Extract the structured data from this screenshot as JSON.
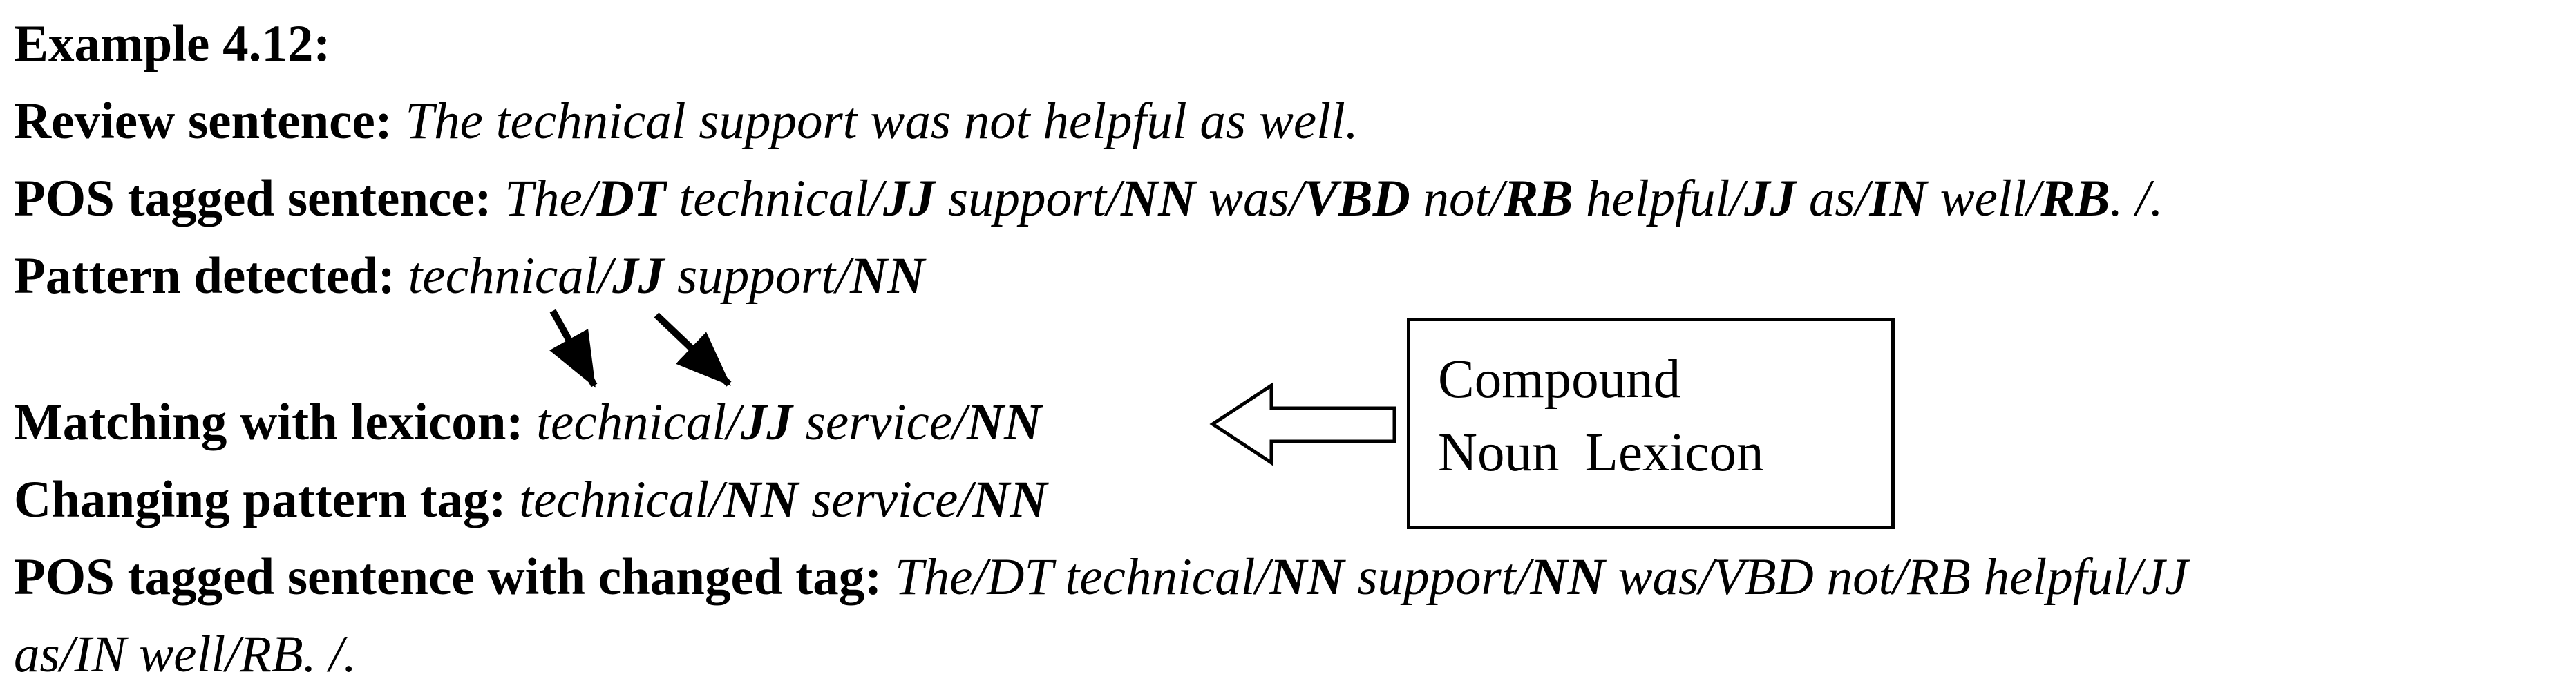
{
  "colors": {
    "background": "#ffffff",
    "text": "#000000",
    "box_border": "#000000",
    "arrow_fill": "#000000",
    "hollow_arrow_fill": "#ffffff"
  },
  "lines": [
    {
      "name": "example-heading",
      "segments": [
        {
          "t": "Example 4.12:",
          "s": "b"
        }
      ]
    },
    {
      "name": "review-sentence-line",
      "segments": [
        {
          "t": "Review sentence: ",
          "s": "b"
        },
        {
          "t": "The technical support was not helpful as well.",
          "s": "i"
        }
      ]
    },
    {
      "name": "pos-tagged-sentence-line",
      "segments": [
        {
          "t": "POS tagged sentence: ",
          "s": "b"
        },
        {
          "t": "The/",
          "s": "i"
        },
        {
          "t": "DT",
          "s": "bi"
        },
        {
          "t": " technical/",
          "s": "i"
        },
        {
          "t": "JJ",
          "s": "bi"
        },
        {
          "t": " support/",
          "s": "i"
        },
        {
          "t": "NN",
          "s": "bi"
        },
        {
          "t": " was/",
          "s": "i"
        },
        {
          "t": "VBD",
          "s": "bi"
        },
        {
          "t": " not/",
          "s": "i"
        },
        {
          "t": "RB",
          "s": "bi"
        },
        {
          "t": " helpful/",
          "s": "i"
        },
        {
          "t": "JJ",
          "s": "bi"
        },
        {
          "t": " as/",
          "s": "i"
        },
        {
          "t": "IN",
          "s": "bi"
        },
        {
          "t": " well/",
          "s": "i"
        },
        {
          "t": "RB",
          "s": "bi"
        },
        {
          "t": ". /.",
          "s": "i"
        }
      ]
    },
    {
      "name": "pattern-detected-line",
      "segments": [
        {
          "t": "Pattern detected: ",
          "s": "b"
        },
        {
          "t": "technical/",
          "s": "i"
        },
        {
          "t": "JJ",
          "s": "bi"
        },
        {
          "t": " support/",
          "s": "i"
        },
        {
          "t": "NN",
          "s": "bi"
        }
      ]
    },
    {
      "name": "matching-with-lexicon-line",
      "gap_above": true,
      "segments": [
        {
          "t": "Matching with lexicon: ",
          "s": "b"
        },
        {
          "t": "technical/",
          "s": "i"
        },
        {
          "t": "JJ",
          "s": "bi"
        },
        {
          "t": " service/",
          "s": "i"
        },
        {
          "t": "NN",
          "s": "bi"
        }
      ]
    },
    {
      "name": "changing-pattern-tag-line",
      "segments": [
        {
          "t": "Changing pattern tag: ",
          "s": "b"
        },
        {
          "t": "technical/",
          "s": "i"
        },
        {
          "t": "NN",
          "s": "bi"
        },
        {
          "t": " service/",
          "s": "i"
        },
        {
          "t": "NN",
          "s": "bi"
        }
      ]
    },
    {
      "name": "pos-tagged-changed-line-1",
      "segments": [
        {
          "t": "POS tagged sentence with changed tag: ",
          "s": "b"
        },
        {
          "t": "The/DT technical/",
          "s": "i"
        },
        {
          "t": "NN",
          "s": "bi"
        },
        {
          "t": " support/",
          "s": "i"
        },
        {
          "t": "NN",
          "s": "bi"
        },
        {
          "t": " was/VBD not/RB helpful/JJ",
          "s": "i"
        }
      ]
    },
    {
      "name": "pos-tagged-changed-line-2",
      "segments": [
        {
          "t": "as/IN well/RB. /.",
          "s": "i"
        }
      ]
    }
  ],
  "lexicon_box": {
    "line1": "Compound",
    "line2": "Noun Lexicon"
  },
  "diagram": {
    "mapping_arrow_1": "solid arrow from technical/JJ (pattern) down to technical (lexicon match)",
    "mapping_arrow_2": "solid arrow from JJ (pattern) down to JJ (lexicon match)",
    "lexicon_pointer": "hollow left-pointing block arrow from Compound Noun Lexicon box"
  }
}
